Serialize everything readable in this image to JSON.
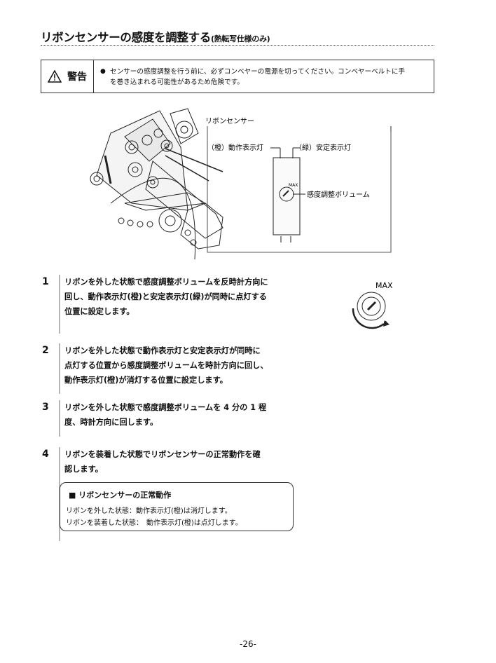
{
  "title": {
    "main": "リボンセンサーの感度を調整する",
    "sub": "(熱転写仕様のみ)"
  },
  "warning": {
    "label": "警告",
    "bullet": "●",
    "line1": "センサーの感度調整を行う前に、必ずコンベヤーの電源を切ってください。コンベヤーベルトに手",
    "line2": "を巻き込まれる可能性があるため危険です。"
  },
  "diagram": {
    "sensor_label": "リボンセンサー",
    "orange_lamp": "（橙）動作表示灯",
    "green_lamp": "（緑）安定表示灯",
    "volume_label": "感度調整ボリューム",
    "max_small": "MAX"
  },
  "steps": [
    {
      "num": "1",
      "lines": [
        "リボンを外した状態で感度調整ボリュームを反時計方向に",
        "回し、動作表示灯(橙)と安定表示灯(緑)が同時に点灯する",
        "位置に設定します。"
      ]
    },
    {
      "num": "2",
      "lines": [
        "リボンを外した状態で動作表示灯と安定表示灯が同時に",
        "点灯する位置から感度調整ボリュームを時計方向に回し、",
        "動作表示灯(橙)が消灯する位置に設定します。"
      ]
    },
    {
      "num": "3",
      "lines": [
        "リボンを外した状態で感度調整ボリュームを 4 分の 1 程",
        "度、時計方向に回します。"
      ]
    },
    {
      "num": "4",
      "lines": [
        "リボンを装着した状態でリボンセンサーの正常動作を確",
        "認します。"
      ]
    }
  ],
  "knob_figure": {
    "max_label": "MAX"
  },
  "note": {
    "marker": "■",
    "title": "リボンセンサーの正常動作",
    "line1": "リボンを外した状態：動作表示灯(橙)は消灯します。",
    "line2": "リボンを装着した状態：　動作表示灯(橙)は点灯します。"
  },
  "page_number": "-26-"
}
